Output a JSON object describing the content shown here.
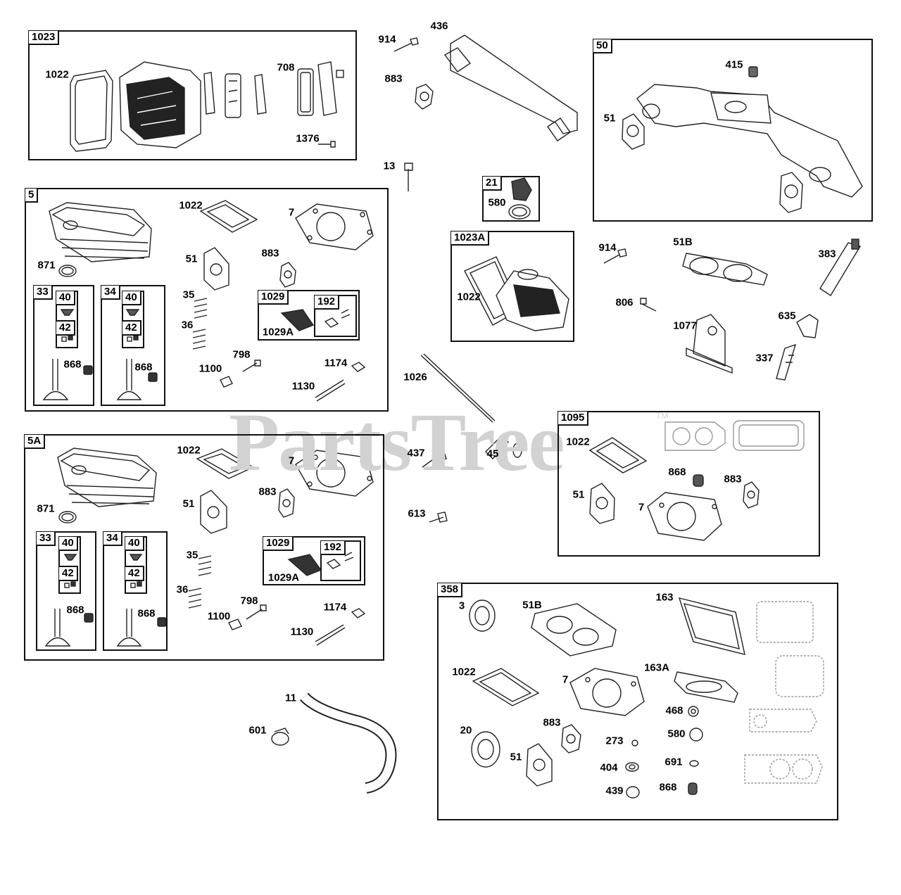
{
  "watermark": {
    "text": "PartsTree",
    "trademark": "TM"
  },
  "groups": {
    "g1023": "1023",
    "g5": "5",
    "g5A": "5A",
    "g50": "50",
    "g21": "21",
    "g1023A": "1023A",
    "g1095": "1095",
    "g358": "358",
    "g1029_top": "1029",
    "g192_top": "192",
    "g1029_bot": "1029",
    "g192_bot": "192",
    "g33_top": "33",
    "g34_top": "34",
    "g33_bot": "33",
    "g34_bot": "34",
    "g40_a": "40",
    "g42_a": "42",
    "g40_b": "40",
    "g42_b": "42",
    "g40_c": "40",
    "g42_c": "42",
    "g40_d": "40",
    "g42_d": "42"
  },
  "callouts": [
    "1022",
    "708",
    "1376",
    "914",
    "436",
    "883",
    "13",
    "580",
    "415",
    "51",
    "1022",
    "914",
    "51B",
    "383",
    "806",
    "1077",
    "635",
    "337",
    "1022",
    "7",
    "51",
    "883",
    "871",
    "35",
    "36",
    "1029A",
    "798",
    "1100",
    "1174",
    "1130",
    "868",
    "868",
    "1026",
    "437",
    "45",
    "613",
    "1022",
    "7",
    "51",
    "883",
    "871",
    "35",
    "36",
    "1029A",
    "798",
    "1100",
    "1174",
    "1130",
    "868",
    "868",
    "1022",
    "868",
    "883",
    "51",
    "7",
    "3",
    "51B",
    "163",
    "1022",
    "7",
    "163A",
    "468",
    "580",
    "20",
    "883",
    "273",
    "691",
    "51",
    "404",
    "439",
    "868",
    "11",
    "601"
  ]
}
